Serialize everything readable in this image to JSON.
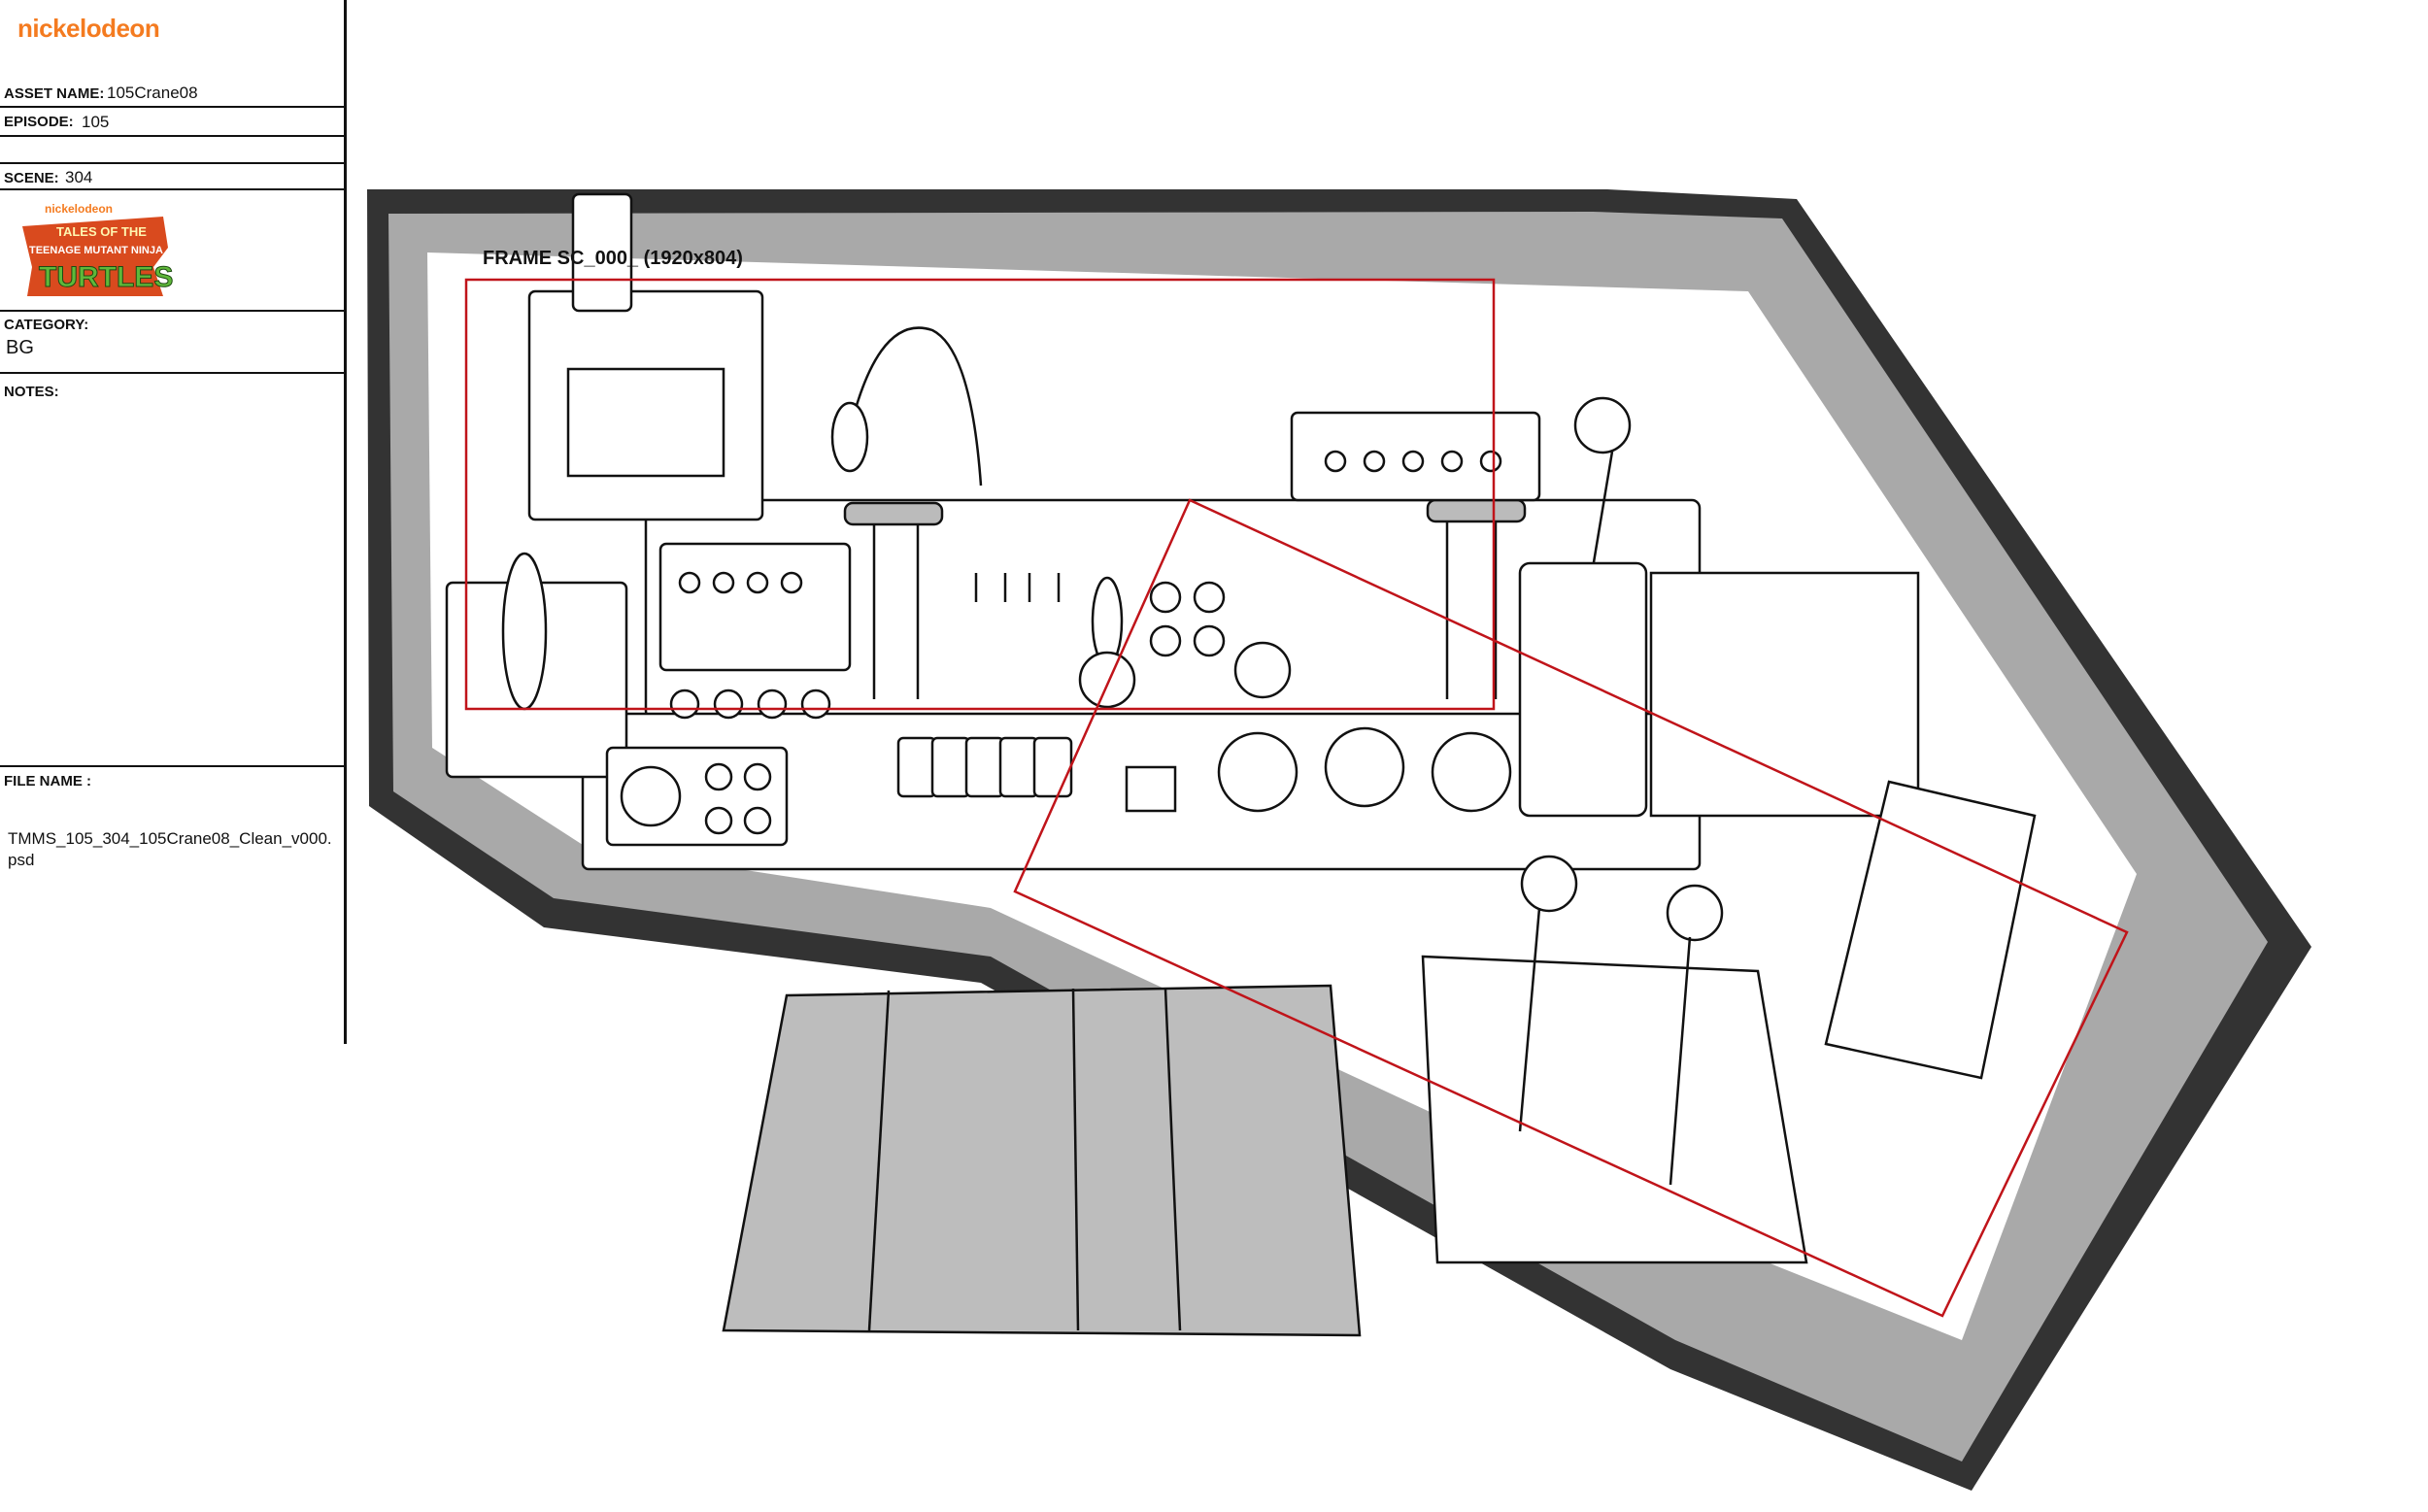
{
  "brand": "nickelodeon",
  "asset": {
    "label": "ASSET NAME:",
    "value": "105Crane08"
  },
  "episode": {
    "label": "EPISODE:",
    "value": "105"
  },
  "scene": {
    "label": "SCENE:",
    "value": "304"
  },
  "show_logo": {
    "top": "nickelodeon",
    "line1": "TALES OF THE",
    "line2": "TEENAGE MUTANT NINJA",
    "line3": "TURTLES"
  },
  "category": {
    "label": "CATEGORY:",
    "value": "BG"
  },
  "notes": {
    "label": "NOTES:"
  },
  "file": {
    "label": "FILE NAME :",
    "value": "TMMS_105_304_105Crane08_Clean_v000.\npsd"
  },
  "frame_label": "FRAME SC_000_ (1920x804)",
  "colors": {
    "brand": "#f47b20",
    "frame_red": "#c0141a",
    "cab_dark": "#333333",
    "cab_fill": "#a9a9a9"
  }
}
